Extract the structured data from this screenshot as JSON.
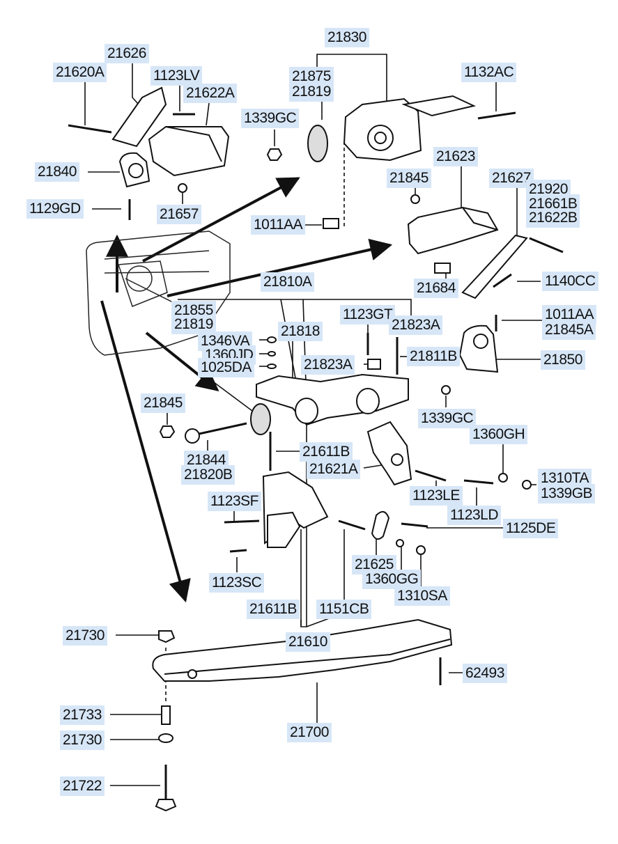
{
  "colors": {
    "label_bg": "#d6e6f7",
    "ink": "#111111",
    "background": "#ffffff"
  },
  "labels": {
    "p21830": "21830",
    "p21626": "21626",
    "p21620A": "21620A",
    "p1123LV": "1123LV",
    "p21622A": "21622A",
    "p21875": "21875",
    "p21819a": "21819",
    "p1132AC": "1132AC",
    "p1339GC_a": "1339GC",
    "p21840": "21840",
    "p21623": "21623",
    "p21845a": "21845",
    "p21627": "21627",
    "p21920": "21920",
    "p21661B": "21661B",
    "p21622B": "21622B",
    "p1129GD": "1129GD",
    "p21657": "21657",
    "p1011AA_a": "1011AA",
    "p21684": "21684",
    "p1140CC": "1140CC",
    "p21810A": "21810A",
    "p21855": "21855",
    "p21819b": "21819",
    "p1123GT": "1123GT",
    "p21823A_a": "21823A",
    "p21818": "21818",
    "p1011AA_b": "1011AA",
    "p21845A": "21845A",
    "p1346VA": "1346VA",
    "p1360JD": "1360JD",
    "p1025DA": "1025DA",
    "p21823A_b": "21823A",
    "p21811B": "21811B",
    "p21850": "21850",
    "p21845b": "21845",
    "p1339GC_b": "1339GC",
    "p1360GH": "1360GH",
    "p21611B_a": "21611B",
    "p21621A": "21621A",
    "p21844": "21844",
    "p21820B": "21820B",
    "p1310TA": "1310TA",
    "p1339GB": "1339GB",
    "p1123LE": "1123LE",
    "p1123SF": "1123SF",
    "p1123LD": "1123LD",
    "p1125DE": "1125DE",
    "p21625": "21625",
    "p1360GG": "1360GG",
    "p1123SC": "1123SC",
    "p1310SA": "1310SA",
    "p21611B_b": "21611B",
    "p1151CB": "1151CB",
    "p21730a": "21730",
    "p21610": "21610",
    "p62493": "62493",
    "p21733": "21733",
    "p21700": "21700",
    "p21730b": "21730",
    "p21722": "21722"
  }
}
